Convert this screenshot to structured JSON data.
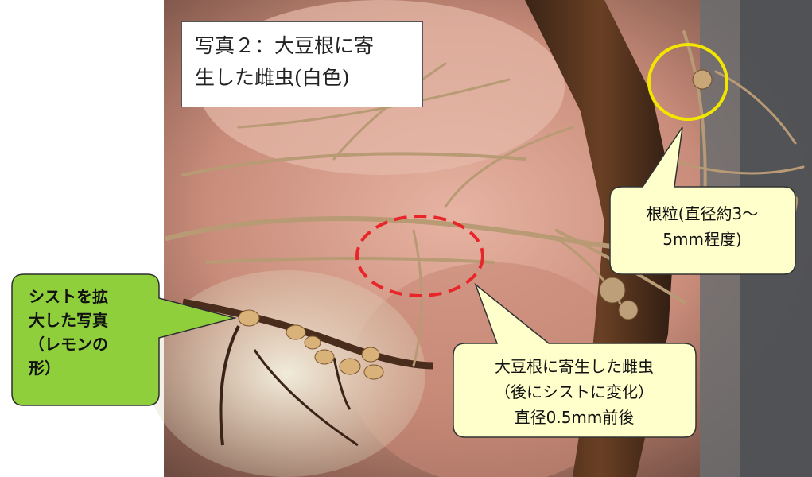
{
  "title": {
    "line1": "写真２：大豆根に寄",
    "line2": "生した雌虫(白色)"
  },
  "green_callout": {
    "line1": "シストを拡",
    "line2": "大した写真",
    "line3": "（レモンの",
    "line4": "形）"
  },
  "nodule_callout": {
    "line1": "根粒(直径約3～",
    "line2": "5mm程度)"
  },
  "nematode_callout": {
    "line1": "大豆根に寄生した雌虫",
    "line2": "（後にシストに変化）",
    "line3": "直径0.5mm前後"
  },
  "colors": {
    "green_callout": "#8fcf3c",
    "yellow_callout": "#ffffcc",
    "yellow_circle": "#f2e600",
    "red_circle": "#e8262a"
  }
}
